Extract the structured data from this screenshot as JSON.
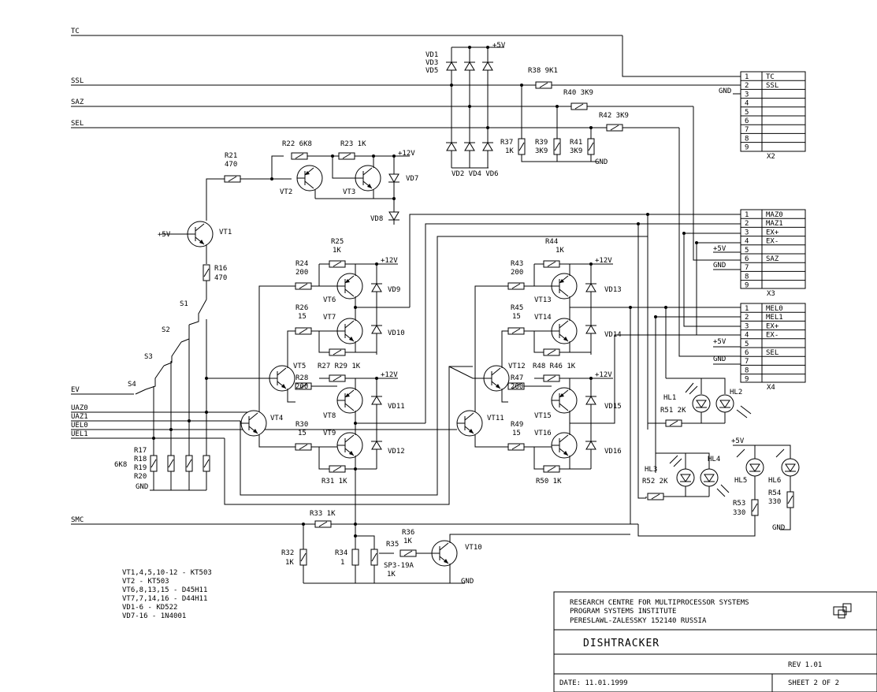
{
  "nets": {
    "tc": "TC",
    "ssl": "SSL",
    "saz": "SAZ",
    "sel": "SEL",
    "ev": "EV",
    "uaz0": "UAZ0",
    "uaz1": "UAZ1",
    "uel0": "UEL0",
    "uel1": "UEL1",
    "smc": "SMC",
    "gnd": "GND",
    "p5v": "+5V",
    "p12v": "+12V"
  },
  "components": {
    "vd135": [
      "VD1",
      "VD3",
      "VD5"
    ],
    "vd246": "VD2 VD4 VD6",
    "r38": "R38 9K1",
    "r40": "R40 3K9",
    "r42": "R42 3K9",
    "r37": [
      "R37",
      "1K"
    ],
    "r39": [
      "R39",
      "3K9"
    ],
    "r41": [
      "R41",
      "3K9"
    ],
    "r21": [
      "R21",
      "470"
    ],
    "r22": "R22 6K8",
    "r23": "R23 1K",
    "vt2": "VT2",
    "vt3": "VT3",
    "vd7": "VD7",
    "vd8": "VD8",
    "vt1": "VT1",
    "r16": [
      "R16",
      "470"
    ],
    "s1": "S1",
    "s2": "S2",
    "s3": "S3",
    "s4": "S4",
    "r17": [
      "R17",
      "R18",
      "R19",
      "R20"
    ],
    "r17val": "6K8",
    "r25": [
      "R25",
      "1K"
    ],
    "r24": [
      "R24",
      "200"
    ],
    "r26": [
      "R26",
      "15"
    ],
    "vt6": "VT6",
    "vt7": "VT7",
    "vd9": "VD9",
    "vd10": "VD10",
    "vt5": "VT5",
    "r2729": "R27 R29 1K",
    "r28": [
      "R28",
      "200"
    ],
    "vt8": "VT8",
    "vd11": "VD11",
    "vt4": "VT4",
    "r30": [
      "R30",
      "15"
    ],
    "vt9": "VT9",
    "vd12": "VD12",
    "r31": "R31 1K",
    "r44": [
      "R44",
      "1K"
    ],
    "r43": [
      "R43",
      "200"
    ],
    "r45": [
      "R45",
      "15"
    ],
    "vt13": "VT13",
    "vt14": "VT14",
    "vd13": "VD13",
    "vd14": "VD14",
    "vt12": "VT12",
    "r4846": "R48 R46 1K",
    "r47": [
      "R47",
      "200"
    ],
    "vt15": "VT15",
    "vd15": "VD15",
    "vt11": "VT11",
    "r49": [
      "R49",
      "15"
    ],
    "vt16": "VT16",
    "vd16": "VD16",
    "r50": "R50 1K",
    "hl1": "HL1",
    "hl2": "HL2",
    "r51": "R51 2K",
    "hl3": "HL3",
    "hl4": "HL4",
    "r52": "R52 2K",
    "hl5": "HL5",
    "hl6": "HL6",
    "r53": [
      "R53",
      "330"
    ],
    "r54": [
      "R54",
      "330"
    ],
    "r33": "R33 1K",
    "r32": [
      "R32",
      "1K"
    ],
    "r34": [
      "R34",
      "1"
    ],
    "r35": [
      "R35",
      "SP3-19A",
      "1K"
    ],
    "r36": [
      "R36",
      "1K"
    ],
    "vt10": "VT10"
  },
  "connectors": {
    "x2": {
      "ref": "X2",
      "pins": [
        "1",
        "2",
        "3",
        "4",
        "5",
        "6",
        "7",
        "8",
        "9"
      ],
      "signals": [
        "TC",
        "SSL",
        "",
        "",
        "",
        "",
        "",
        "",
        ""
      ]
    },
    "x3": {
      "ref": "X3",
      "pins": [
        "1",
        "2",
        "3",
        "4",
        "5",
        "6",
        "7",
        "8",
        "9"
      ],
      "signals": [
        "MAZ0",
        "MAZ1",
        "EX+",
        "EX-",
        "",
        "SAZ",
        "",
        "",
        ""
      ]
    },
    "x4": {
      "ref": "X4",
      "pins": [
        "1",
        "2",
        "3",
        "4",
        "5",
        "6",
        "7",
        "8",
        "9"
      ],
      "signals": [
        "MEL0",
        "MEL1",
        "EX+",
        "EX-",
        "",
        "SEL",
        "",
        "",
        ""
      ]
    }
  },
  "notes": [
    "VT1,4,5,10-12 - KT503",
    "VT2 - KT503",
    "VT6,8,13,15 - D45H11",
    "VT7,7,14,16 - D44H11",
    "VD1-6 - KD522",
    "VD7-16 - 1N4001"
  ],
  "title_block": {
    "org": [
      "RESEARCH CENTRE FOR MULTIPROCESSOR SYSTEMS",
      "PROGRAM SYSTEMS INSTITUTE",
      "PERESLAWL-ZALESSKY 152140 RUSSIA"
    ],
    "title": "DISHTRACKER",
    "rev": "REV 1.01",
    "date": "DATE: 11.01.1999",
    "sheet": "SHEET 2 OF 2"
  }
}
